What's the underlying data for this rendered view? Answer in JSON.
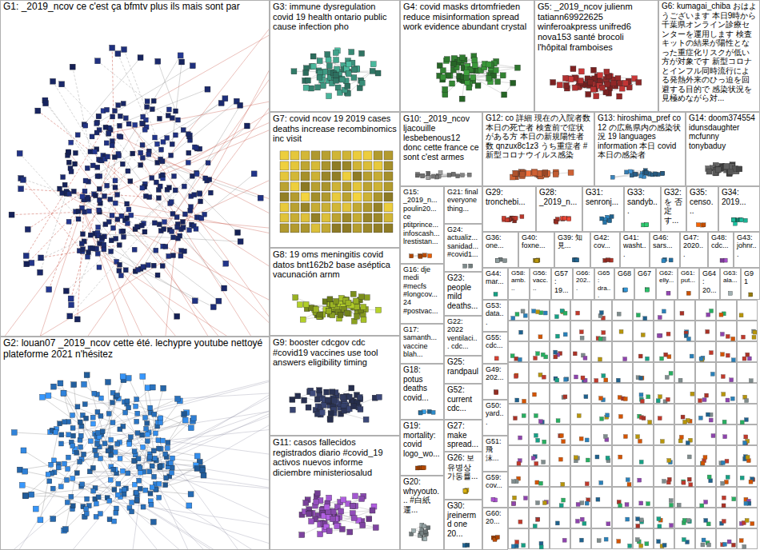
{
  "diagram": {
    "nodes": [
      {
        "text": [
          "G1: _2019_ncov ce c'est ça bfmtv plus ils mais sont par"
        ]
      },
      {
        "text": [
          "G2: louan07 _2019_ncov cette été. lechypre youtube nettoyé plateforme 2021 n'hésitez"
        ]
      },
      {
        "text": [
          "G3: immune dysregulation covid 19 health ontario public cause infection pho"
        ]
      },
      {
        "text": [
          "G4: covid masks drtomfrieden reduce misinformation spread work evidence abundant crystal"
        ]
      },
      {
        "text": [
          "G5: _2019_ncov julienm tatiann69922625 winferoakpress unifred6 nova153 santé brocoli l'hôpital framboises"
        ]
      },
      {
        "text": [
          "G6: kumagai_chiba おはようございます 本日9時から千葉県オンライン診療センターを運用します 検査キットの結果が陽性となった重症化リスクが低い方が対象です 新型コロナとインフル同時流行による発熱外来のひっ迫を回避する目的で 感染状況を見極めながら対..."
        ]
      },
      {
        "text": [
          "G7: covid ncov 19 2019 cases deaths increase recombinomics inc visit"
        ]
      },
      {
        "text": [
          "G10: _2019_ncov ljacouille lesbebenous12 donc cette france ce sont c'est armes"
        ]
      },
      {
        "text": [
          "G12: co 詳細 現在の入院者数 本日の死亡者 検査前で症状がある方 本日の新規陽性者数 qnzux8c1z3 うち重症者 #新型コロナウイルス感染"
        ]
      },
      {
        "text": [
          "G13: hiroshima_pref co 12 の広島県内の感染状況 19 languages information 本日 covid 本日の感染者"
        ]
      },
      {
        "text": [
          "G14: doom374554 idunsdaughter mcfunny tonybaduy"
        ]
      },
      {
        "text": [
          "G8: 19 oms meningitis covid datos bnt162b2 base aséptica vacunación arnm"
        ]
      },
      {
        "text": [
          "G9: booster cdcgov cdc #covid19 vaccines use tool answers eligibility timing"
        ]
      },
      {
        "text": [
          "G11: casos fallecidos registrados diario #covid_19 activos nuevos informe diciembre ministeriosalud"
        ]
      },
      {
        "text": [
          "G15: _2019_n... poulin20... ce ptitprince... infoscash... lrestistan..."
        ]
      },
      {
        "text": [
          "G21: final everyone thing..."
        ]
      },
      {
        "text": [
          "G24: actualiz... sanidad... #covid1..."
        ]
      },
      {
        "text": [
          "G16: dje medi #mecfs #longcov... 24 #postvac..."
        ]
      },
      {
        "text": [
          "G23: people mild deaths..."
        ]
      },
      {
        "text": [
          "G17: samanth... vaccine blah..."
        ]
      },
      {
        "text": [
          "G22: 2022 ventilaci... cdc..."
        ]
      },
      {
        "text": [
          "G18: potus deaths covid..."
        ]
      },
      {
        "text": [
          "G25: randpaul"
        ]
      },
      {
        "text": [
          "G52: current cdc..."
        ]
      },
      {
        "text": [
          "G19: mortality: covid logo_wo..."
        ]
      },
      {
        "text": [
          "G27: make spread..."
        ]
      },
      {
        "text": [
          "G20: whyyouto... #白紙運..."
        ]
      },
      {
        "text": [
          "G26: 보 유병상 가동률..."
        ]
      },
      {
        "text": [
          "G30: jreinermd one 20..."
        ]
      },
      {
        "text": [
          "G29: tronchebi..."
        ]
      },
      {
        "text": [
          "G28: _2019_n..."
        ]
      },
      {
        "text": [
          "G31: senronj..."
        ]
      },
      {
        "text": [
          "G33: sandyb..."
        ]
      },
      {
        "text": [
          "G32: を 否定す..."
        ]
      },
      {
        "text": [
          "G35: censo..."
        ]
      },
      {
        "text": [
          "G34: 2019..."
        ]
      },
      {
        "text": [
          "G36: one..."
        ]
      },
      {
        "text": [
          "G40: foxne..."
        ]
      },
      {
        "text": [
          "G39: 知見..."
        ]
      },
      {
        "text": [
          "G42: cov..."
        ]
      },
      {
        "text": [
          "G41: washt..."
        ]
      },
      {
        "text": [
          "G46: sars..."
        ]
      },
      {
        "text": [
          "G47: 2020..."
        ]
      },
      {
        "text": [
          "G48: cdc..."
        ]
      },
      {
        "text": [
          "G43: johnr..."
        ]
      },
      {
        "text": [
          "G44: mar..."
        ]
      },
      {
        "text": [
          "G58: amb..."
        ]
      },
      {
        "text": [
          "G56: vacc..."
        ]
      },
      {
        "text": [
          "G57: 19..."
        ]
      },
      {
        "text": [
          "G66: 202..."
        ]
      },
      {
        "text": [
          "G65: dra..."
        ]
      },
      {
        "text": [
          "G68"
        ]
      },
      {
        "text": [
          "G67"
        ]
      },
      {
        "text": [
          "G62: elly..."
        ]
      },
      {
        "text": [
          "G61: put..."
        ]
      },
      {
        "text": [
          "G64: 20..."
        ]
      },
      {
        "text": [
          "G63: ala..."
        ]
      },
      {
        "text": [
          "G91"
        ]
      },
      {
        "text": [
          "G53: data..."
        ]
      },
      {
        "text": [
          "G55: cdc..."
        ]
      },
      {
        "text": [
          "G49: 202..."
        ]
      },
      {
        "text": [
          "G50: yard..."
        ]
      },
      {
        "text": [
          "G51: 飛沫..."
        ]
      },
      {
        "text": [
          "G59: cov..."
        ]
      },
      {
        "text": [
          "G60: 20..."
        ]
      }
    ]
  }
}
